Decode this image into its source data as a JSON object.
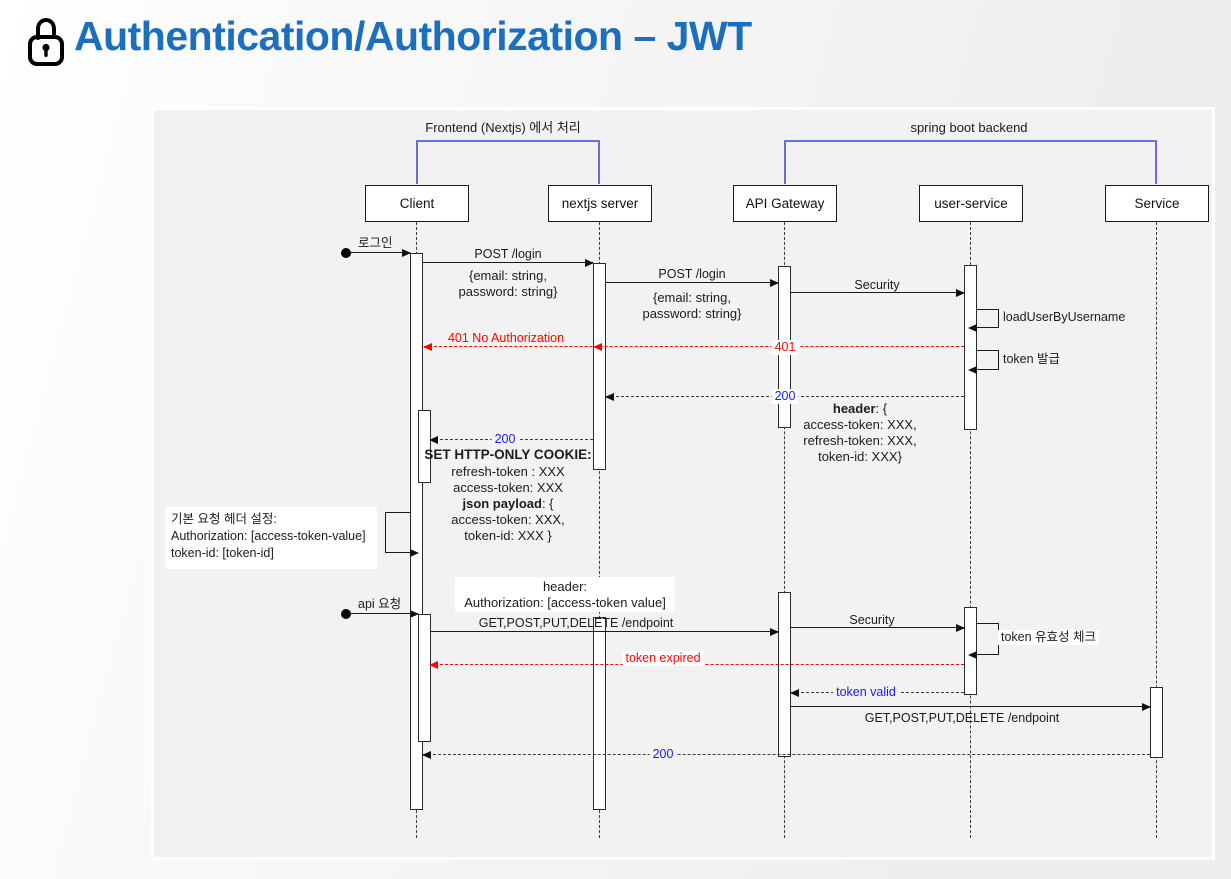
{
  "page": {
    "title": "Authentication/Authorization – JWT"
  },
  "icons": {
    "title_icon": "lock-icon"
  },
  "colors": {
    "title_blue": "#1c6fbd",
    "bracket_blue": "#6b6be3",
    "error_red": "#f50800",
    "status_blue": "#1a1aff",
    "panel_bg": "#f2f2f3"
  },
  "groups": {
    "frontend": "Frontend (Nextjs) 에서 처리",
    "backend": "spring boot backend"
  },
  "participants": [
    "Client",
    "nextjs server",
    "API Gateway",
    "user-service",
    "Service"
  ],
  "labels": {
    "login_entry": "로그인",
    "api_entry": "api 요청",
    "post_login": "POST /login",
    "login_body_l1": "{email: string,",
    "login_body_l2": "password: string}",
    "security": "Security",
    "load_user": "loadUserByUsername",
    "token_issue": "token 발급",
    "err401_full": "401 No Authorization",
    "err401": "401",
    "ok200": "200",
    "resp_header_bold": "header",
    "resp_header_rest": ": {",
    "resp_header_l2": "access-token: XXX,",
    "resp_header_l3": "refresh-token: XXX,",
    "resp_header_l4": "token-id: XXX}",
    "cookie_l1": "SET HTTP-ONLY COOKIE:",
    "cookie_l2": "refresh-token : XXX",
    "cookie_l3": "access-token: XXX",
    "cookie_l4_bold": "json payload",
    "cookie_l4_rest": ": {",
    "cookie_l5": "access-token: XXX,",
    "cookie_l6": "token-id: XXX }",
    "note_l1": "기본 요청 헤더 설정:",
    "note_l2": "Authorization: [access-token-value]",
    "note_l3": "token-id: [token-id]",
    "hdr_note_l1": "header:",
    "hdr_note_l2": "Authorization: [access-token value]",
    "endpoint_call": "GET,POST,PUT,DELETE /endpoint",
    "token_check": "token 유효성 체크",
    "token_expired": "token expired",
    "token_valid": "token valid"
  }
}
